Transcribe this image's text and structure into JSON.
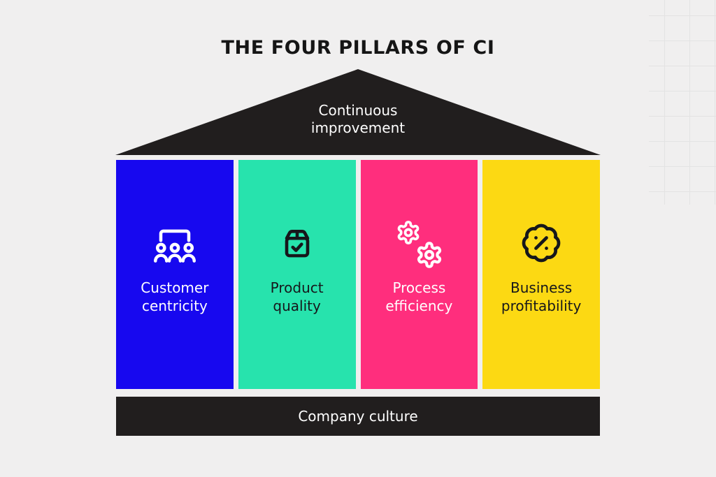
{
  "title": "THE FOUR PILLARS OF CI",
  "roof": {
    "label": "Continuous improvement",
    "color": "#211e1e",
    "text_color": "#ffffff"
  },
  "pillars": [
    {
      "label": "Customer centricity",
      "icon": "team-icon",
      "color": "#1708ef",
      "text_color": "#ffffff"
    },
    {
      "label": "Product quality",
      "icon": "package-check-icon",
      "color": "#27e3ad",
      "text_color": "#16171b"
    },
    {
      "label": "Process efficiency",
      "icon": "gears-icon",
      "color": "#ff2e7d",
      "text_color": "#ffffff"
    },
    {
      "label": "Business profitability",
      "icon": "badge-percent-icon",
      "color": "#fcd913",
      "text_color": "#16171b"
    }
  ],
  "base": {
    "label": "Company culture",
    "color": "#211e1e",
    "text_color": "#ffffff"
  },
  "background": {
    "color": "#f0efef",
    "grid_line_color": "#e3e3e3"
  }
}
